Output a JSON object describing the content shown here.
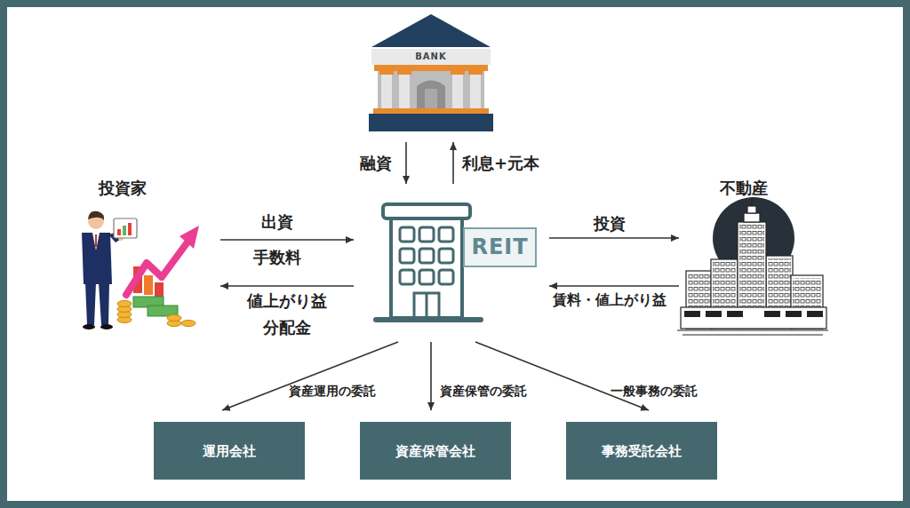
{
  "diagram": {
    "nodes": [
      {
        "text": [
          "BANK"
        ]
      },
      {
        "text": [
          "投資家"
        ]
      },
      {
        "text": [
          "REIT"
        ]
      },
      {
        "text": [
          "不動産"
        ]
      },
      {
        "text": [
          "運用会社"
        ]
      },
      {
        "text": [
          "資産保管会社"
        ]
      },
      {
        "text": [
          "事務受託会社"
        ]
      }
    ],
    "edges": [
      {
        "from": 0,
        "to": 2,
        "label": "融資",
        "arrow": "to"
      },
      {
        "from": 2,
        "to": 0,
        "label": "利息+元本",
        "arrow": "to"
      },
      {
        "from": 1,
        "to": 2,
        "label": "出資 手数料",
        "arrow": "to"
      },
      {
        "from": 2,
        "to": 1,
        "label": "値上がり益 分配金",
        "arrow": "to"
      },
      {
        "from": 2,
        "to": 3,
        "label": "投資",
        "arrow": "to"
      },
      {
        "from": 3,
        "to": 2,
        "label": "賃料・値上がり益",
        "arrow": "to"
      },
      {
        "from": 2,
        "to": 4,
        "label": "資産運用の委託",
        "arrow": "to"
      },
      {
        "from": 2,
        "to": 5,
        "label": "資産保管の委託",
        "arrow": "to"
      },
      {
        "from": 2,
        "to": 6,
        "label": "一般事務の委託",
        "arrow": "to"
      }
    ]
  }
}
